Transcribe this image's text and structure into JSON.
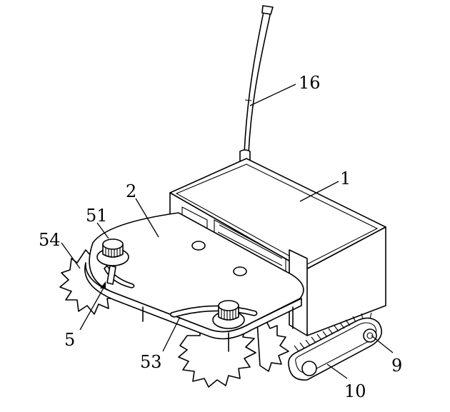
{
  "figure": {
    "labels": {
      "l16": "16",
      "l1": "1",
      "l2": "2",
      "l51": "51",
      "l54": "54",
      "l5": "5",
      "l53": "53",
      "l9": "9",
      "l10": "10"
    }
  }
}
